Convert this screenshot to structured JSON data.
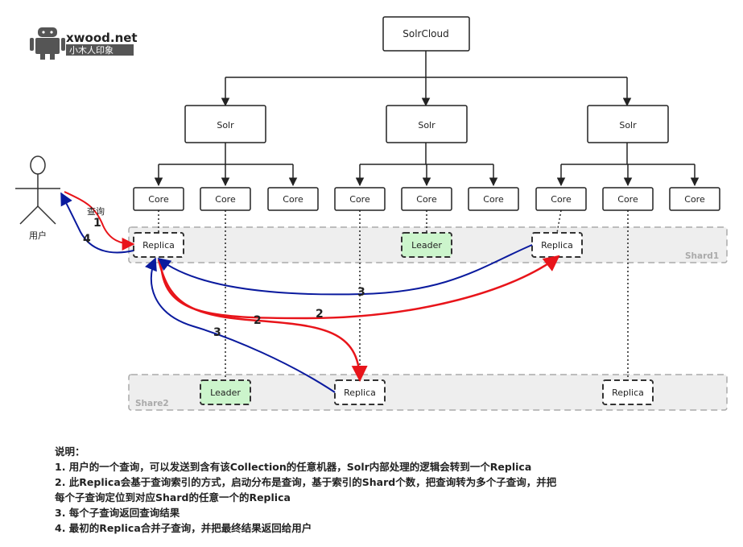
{
  "logo": {
    "text": "xwood.net",
    "subtext": "小木人印象",
    "icon": "android-robot-icon"
  },
  "diagram": {
    "root": "SolrCloud",
    "solr_nodes": [
      "Solr",
      "Solr",
      "Solr"
    ],
    "core_label": "Core",
    "shard1_label": "Shard1",
    "shard2_label": "Share2",
    "replica_label": "Replica",
    "leader_label": "Leader",
    "user_label": "用户",
    "query_label": "查询",
    "step1": "1",
    "step2": "2",
    "step3": "3",
    "step4": "4"
  },
  "colors": {
    "request_arrow": "#e8141a",
    "response_arrow": "#0a1a9e",
    "leader_fill": "#ccf5cc",
    "shard_fill": "#eeeeee",
    "shard_border": "#aaaaaa"
  },
  "notes": {
    "title": "说明：",
    "line1": "1. 用户的一个查询，可以发送到含有该Collection的任意机器，Solr内部处理的逻辑会转到一个Replica",
    "line2a": "2. 此Replica会基于查询索引的方式，启动分布是查询，基于索引的Shard个数，把查询转为多个子查询，并把",
    "line2b": "每个子查询定位到对应Shard的任意一个的Replica",
    "line3": "3. 每个子查询返回查询结果",
    "line4": "4. 最初的Replica合并子查询，并把最终结果返回给用户"
  }
}
